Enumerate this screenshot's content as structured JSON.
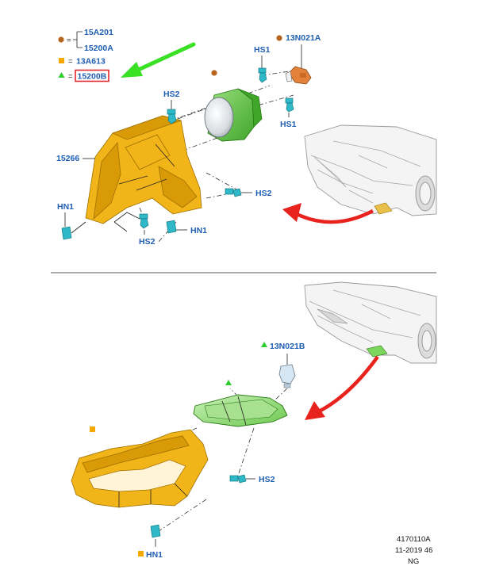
{
  "legend": {
    "brown_codes": [
      "15A201",
      "15200A"
    ],
    "square_code": "13A613",
    "triangle_code": "15200B",
    "equals": "="
  },
  "top": {
    "bulb": "13N021A",
    "hs1_a": "HS1",
    "hs1_b": "HS1",
    "hs2_a": "HS2",
    "hs2_b": "HS2",
    "hs2_c": "HS2",
    "bracket": "15266",
    "hn1_a": "HN1",
    "hn1_b": "HN1"
  },
  "bottom": {
    "bulb": "13N021B",
    "hs2": "HS2",
    "hn1": "HN1"
  },
  "footer": {
    "line1": "4170110A",
    "line2": "11-2019 46",
    "line3": "NG"
  },
  "colors": {
    "label_blue": "#1f5fb4",
    "brown_marker": "#b5651d",
    "square_marker": "#f5a800",
    "triangle_marker": "#2ecc2e",
    "highlight_box": "#e3262b",
    "arrow_green": "#39e024",
    "arrow_red": "#e8221c"
  },
  "markers": {
    "legend_brown": "brown-circle-marker",
    "legend_square": "orange-square-marker",
    "legend_triangle": "green-triangle-marker"
  }
}
